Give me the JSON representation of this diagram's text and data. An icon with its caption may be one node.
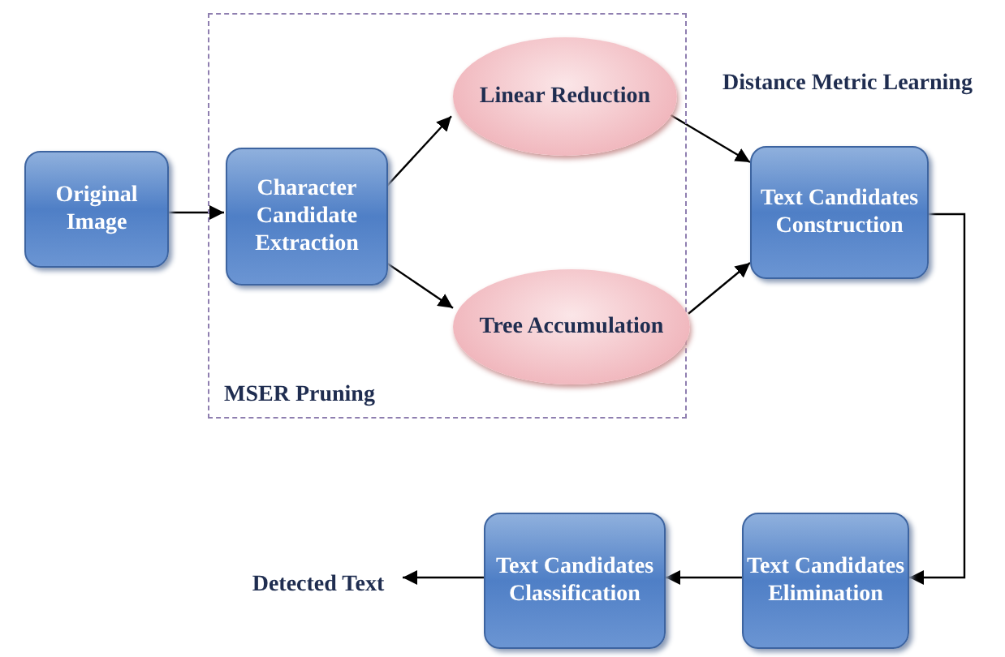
{
  "diagram": {
    "nodes": [
      {
        "text": [
          "Original Image"
        ]
      },
      {
        "text": [
          "MSER Pruning"
        ]
      },
      {
        "text": [
          "Character Candidate Extraction"
        ],
        "in": 1
      },
      {
        "text": [
          "Linear Reduction"
        ],
        "in": 1
      },
      {
        "text": [
          "Tree Accumulation"
        ],
        "in": 1
      },
      {
        "text": [
          "Text Candidates Construction"
        ],
        "beside": [
          "Distance Metric Learning"
        ]
      },
      {
        "text": [
          "Text Candidates Elimination"
        ]
      },
      {
        "text": [
          "Text Candidates Classification"
        ]
      },
      {
        "text": [
          "Detected Text"
        ]
      }
    ],
    "edges": [
      {
        "from": 0,
        "to": 2,
        "arrow": "to"
      },
      {
        "from": 2,
        "to": 3,
        "arrow": "to"
      },
      {
        "from": 2,
        "to": 4,
        "arrow": "to"
      },
      {
        "from": 3,
        "to": 5,
        "arrow": "to"
      },
      {
        "from": 4,
        "to": 5,
        "arrow": "to"
      },
      {
        "from": 5,
        "to": 6,
        "arrow": "to"
      },
      {
        "from": 6,
        "to": 7,
        "arrow": "to"
      },
      {
        "from": 7,
        "to": 8,
        "arrow": "to"
      }
    ]
  }
}
